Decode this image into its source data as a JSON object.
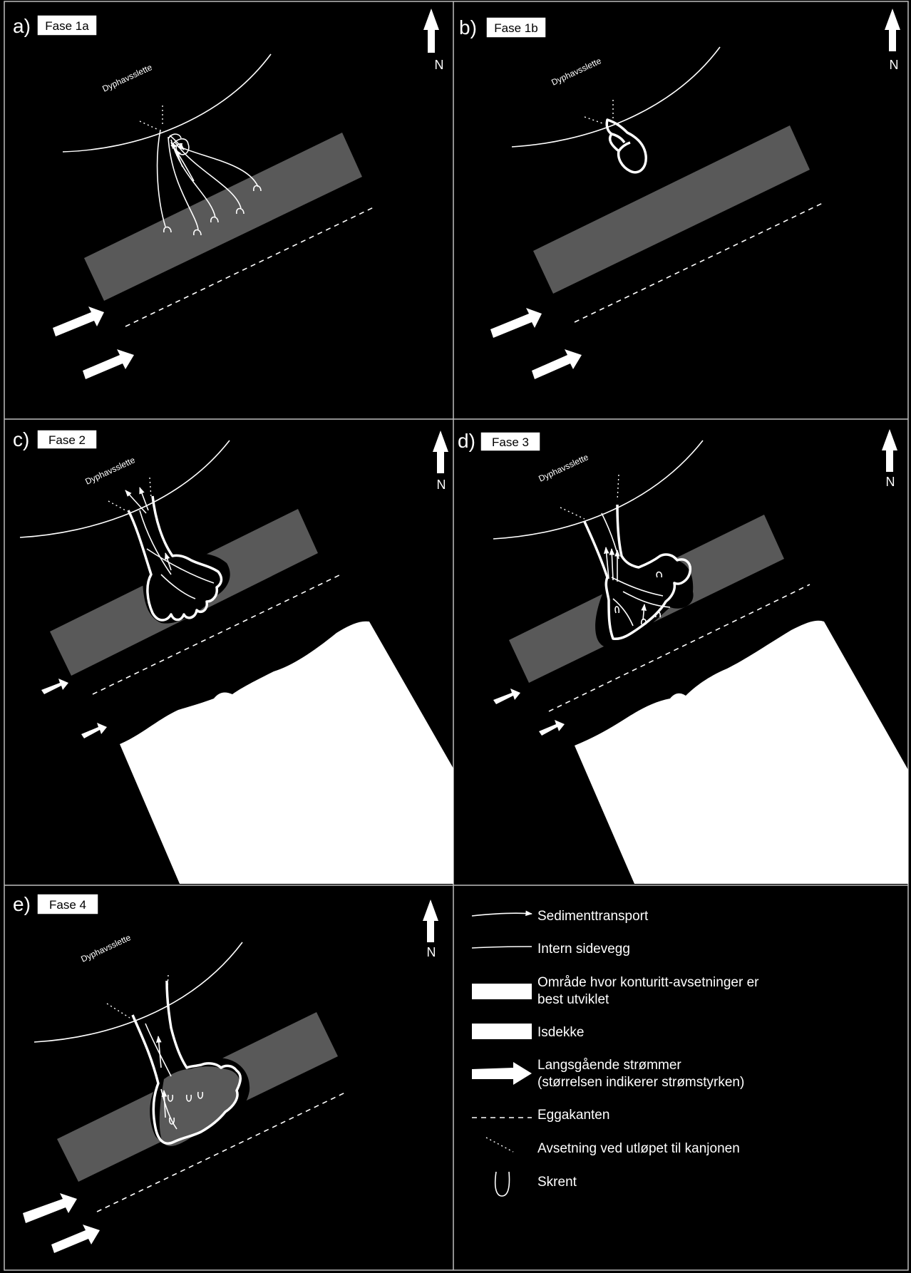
{
  "panels": [
    {
      "id": "a",
      "letter": "a)",
      "phase": "Fase 1a",
      "north": "N",
      "plain": "Dyphavsslette"
    },
    {
      "id": "b",
      "letter": "b)",
      "phase": "Fase 1b",
      "north": "N",
      "plain": "Dyphavsslette"
    },
    {
      "id": "c",
      "letter": "c)",
      "phase": "Fase 2",
      "north": "N",
      "plain": "Dyphavsslette"
    },
    {
      "id": "d",
      "letter": "d)",
      "phase": "Fase 3",
      "north": "N",
      "plain": "Dyphavsslette"
    },
    {
      "id": "e",
      "letter": "e)",
      "phase": "Fase 4",
      "north": "N",
      "plain": "Dyphavsslette"
    }
  ],
  "legend": {
    "items": [
      {
        "key": "sediment_transport",
        "line1": "Sedimenttransport",
        "line2": ""
      },
      {
        "key": "internal_sidewall",
        "line1": "Intern sidevegg",
        "line2": ""
      },
      {
        "key": "contourite_area",
        "line1": "Område hvor konturitt-avsetninger er",
        "line2": "best utviklet"
      },
      {
        "key": "ice_cover",
        "line1": "Isdekke",
        "line2": ""
      },
      {
        "key": "along_slope_currents",
        "line1": "Langsgående strømmer",
        "line2": "(størrelsen indikerer strømstyrken)"
      },
      {
        "key": "shelf_edge",
        "line1": "Eggakanten",
        "line2": ""
      },
      {
        "key": "canyon_mouth_deposit",
        "line1": "Avsetning ved utløpet til kanjonen",
        "line2": ""
      },
      {
        "key": "scarp",
        "line1": "Skrent",
        "line2": ""
      }
    ]
  },
  "colors": {
    "background": "#000000",
    "foreground": "#ffffff",
    "contourite_band": "#595959"
  }
}
